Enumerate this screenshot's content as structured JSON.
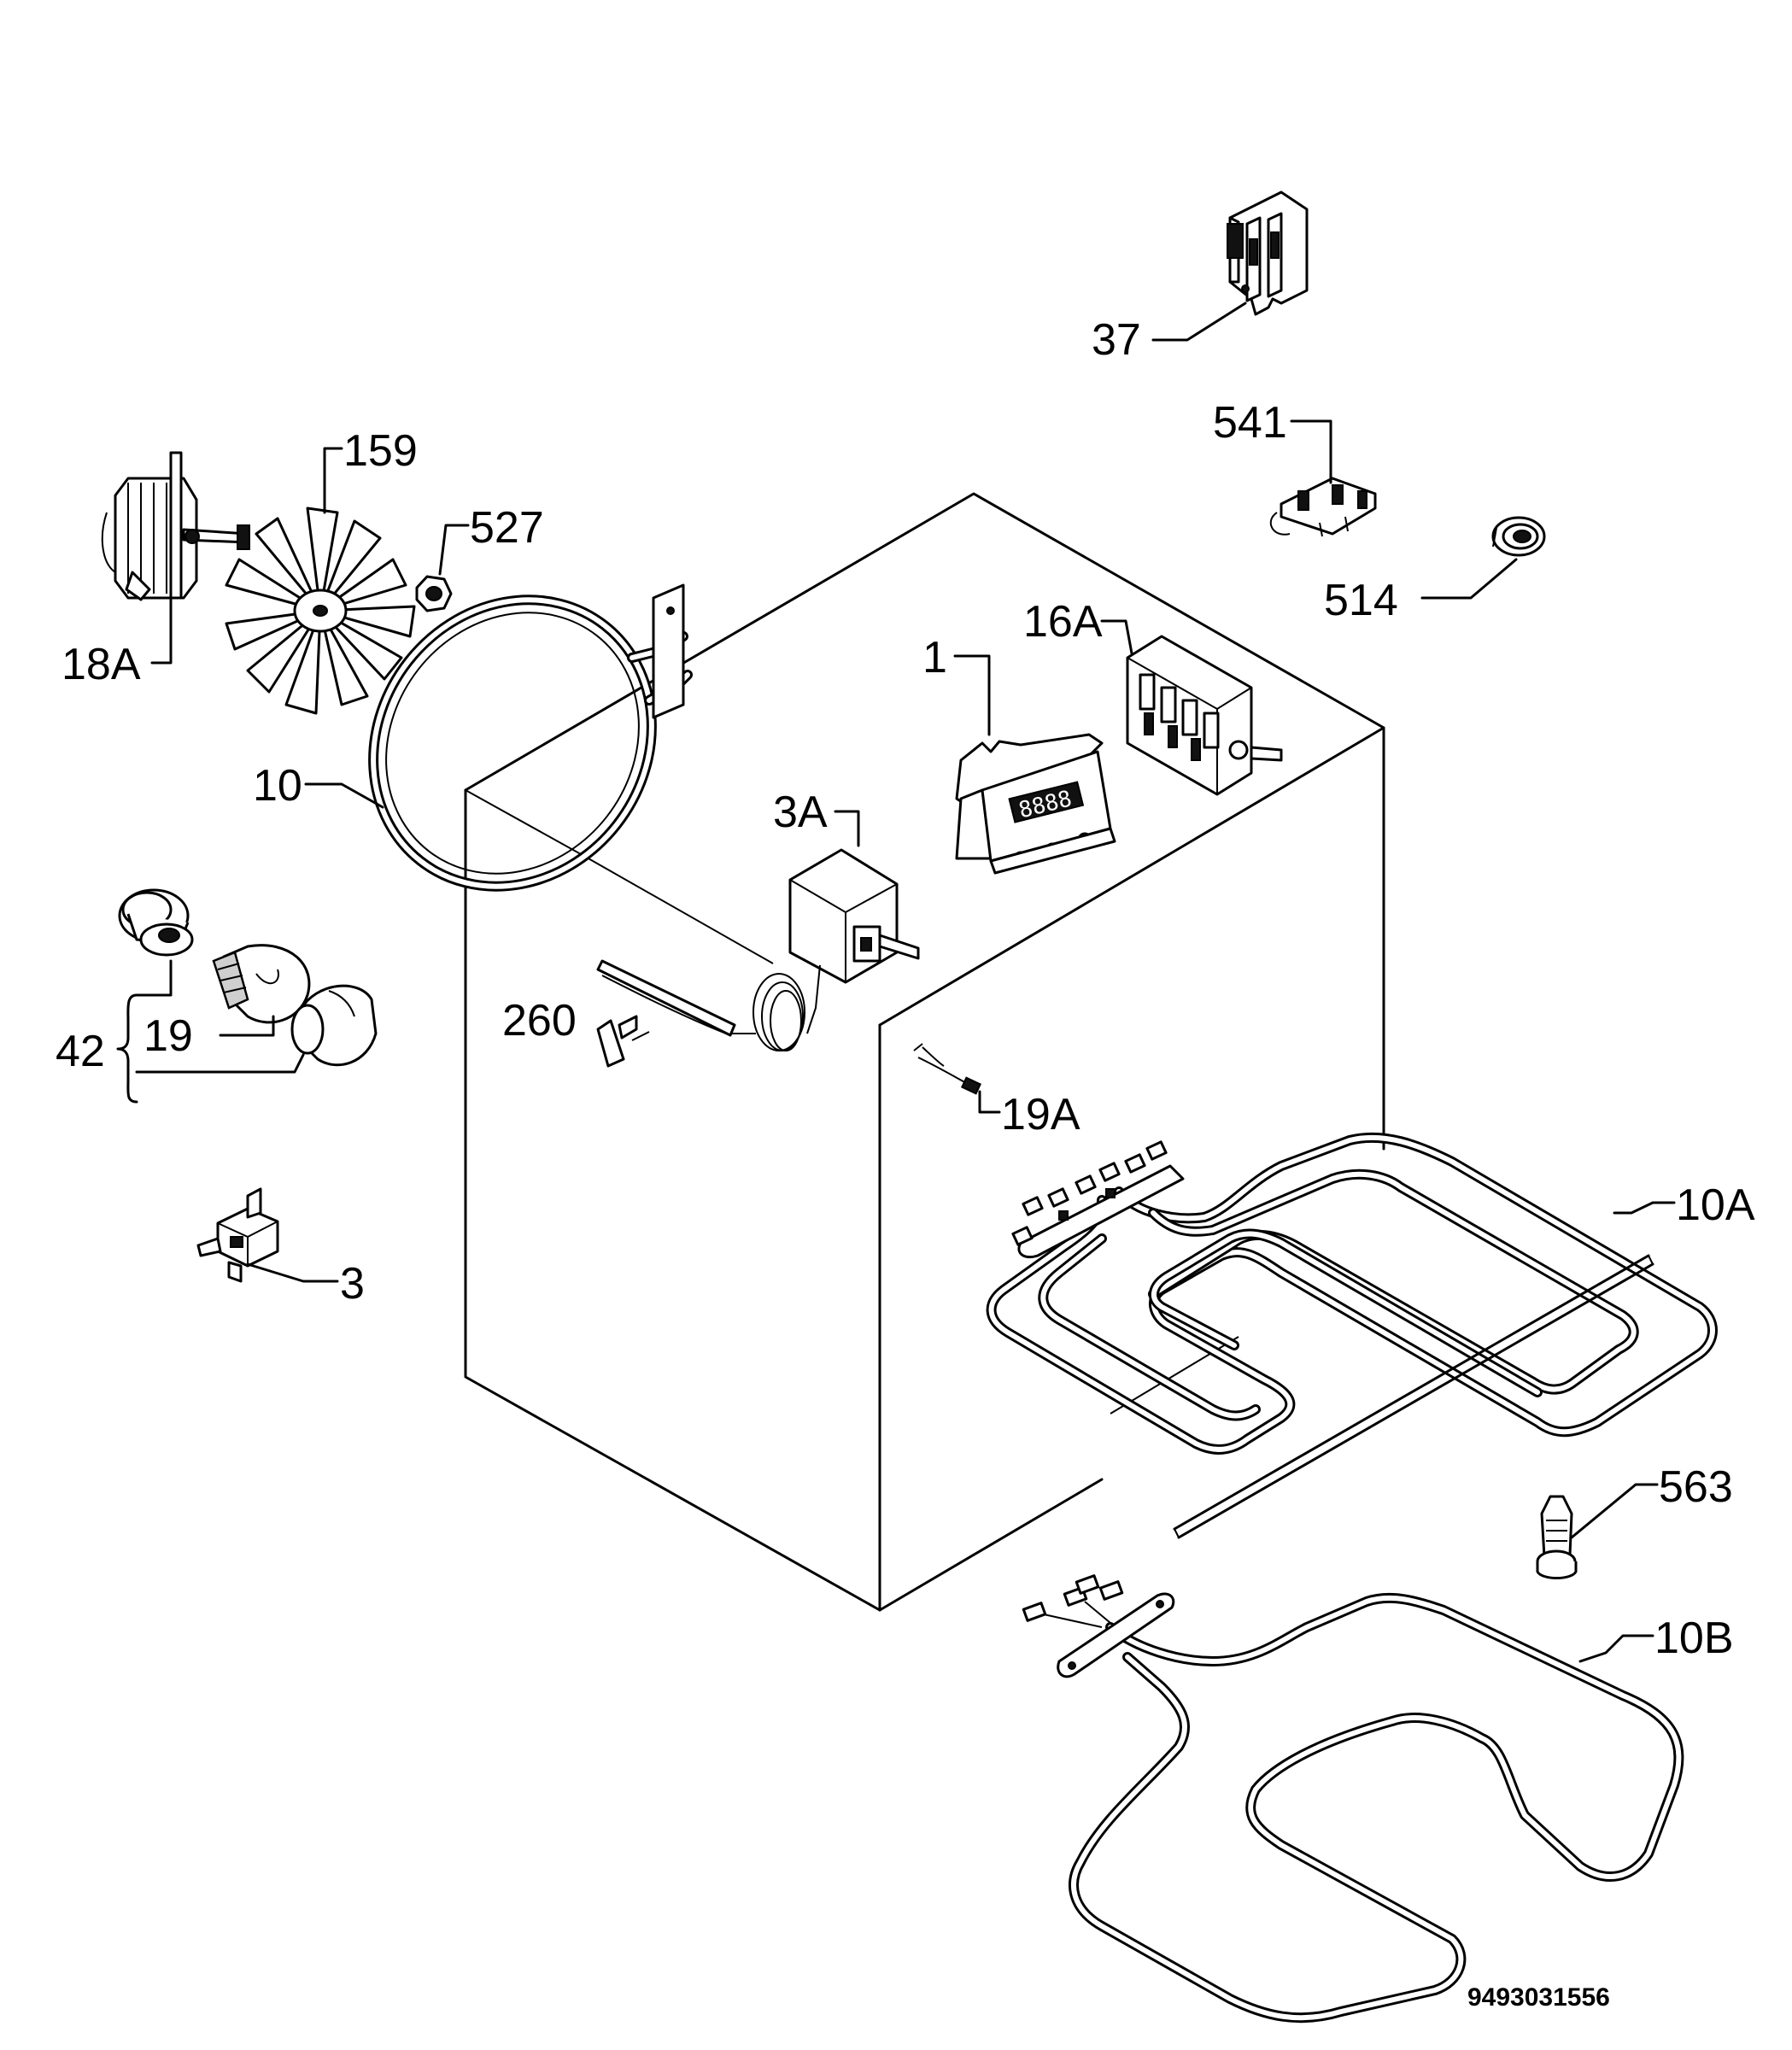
{
  "diagram": {
    "reference_number": "9493031556",
    "parts": [
      {
        "id": "part-1",
        "label": "1"
      },
      {
        "id": "part-3",
        "label": "3"
      },
      {
        "id": "part-3a",
        "label": "3A"
      },
      {
        "id": "part-10",
        "label": "10"
      },
      {
        "id": "part-10a",
        "label": "10A"
      },
      {
        "id": "part-10b",
        "label": "10B"
      },
      {
        "id": "part-16a",
        "label": "16A"
      },
      {
        "id": "part-18a",
        "label": "18A"
      },
      {
        "id": "part-19",
        "label": "19"
      },
      {
        "id": "part-19a",
        "label": "19A"
      },
      {
        "id": "part-37",
        "label": "37"
      },
      {
        "id": "part-42",
        "label": "42"
      },
      {
        "id": "part-159",
        "label": "159"
      },
      {
        "id": "part-260",
        "label": "260"
      },
      {
        "id": "part-514",
        "label": "514"
      },
      {
        "id": "part-527",
        "label": "527"
      },
      {
        "id": "part-541",
        "label": "541"
      },
      {
        "id": "part-563",
        "label": "563"
      }
    ]
  }
}
